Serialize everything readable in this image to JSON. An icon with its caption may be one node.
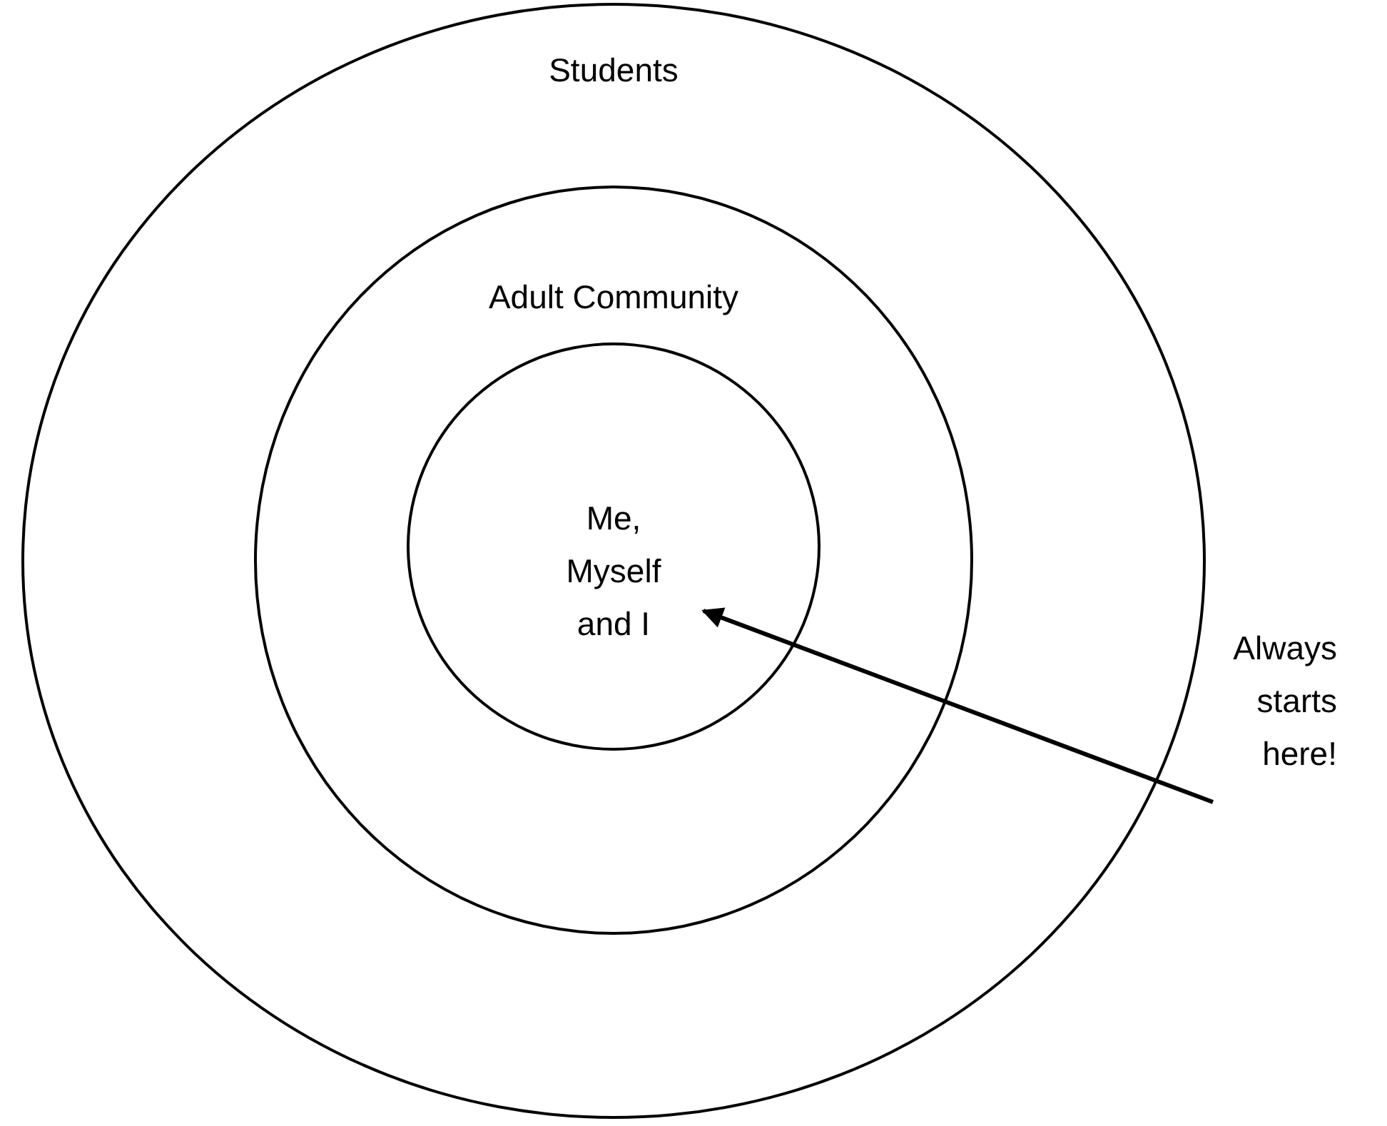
{
  "diagram": {
    "nodes": [
      {
        "text": [
          "Students"
        ]
      },
      {
        "text": [
          "Adult Community"
        ],
        "in": 0
      },
      {
        "text": [
          "Me, Myself and I"
        ],
        "in": 1
      },
      {
        "text": [
          "Always starts here!"
        ]
      }
    ],
    "edges": [
      {
        "from": 3,
        "to": 2,
        "arrow": "to"
      }
    ]
  }
}
